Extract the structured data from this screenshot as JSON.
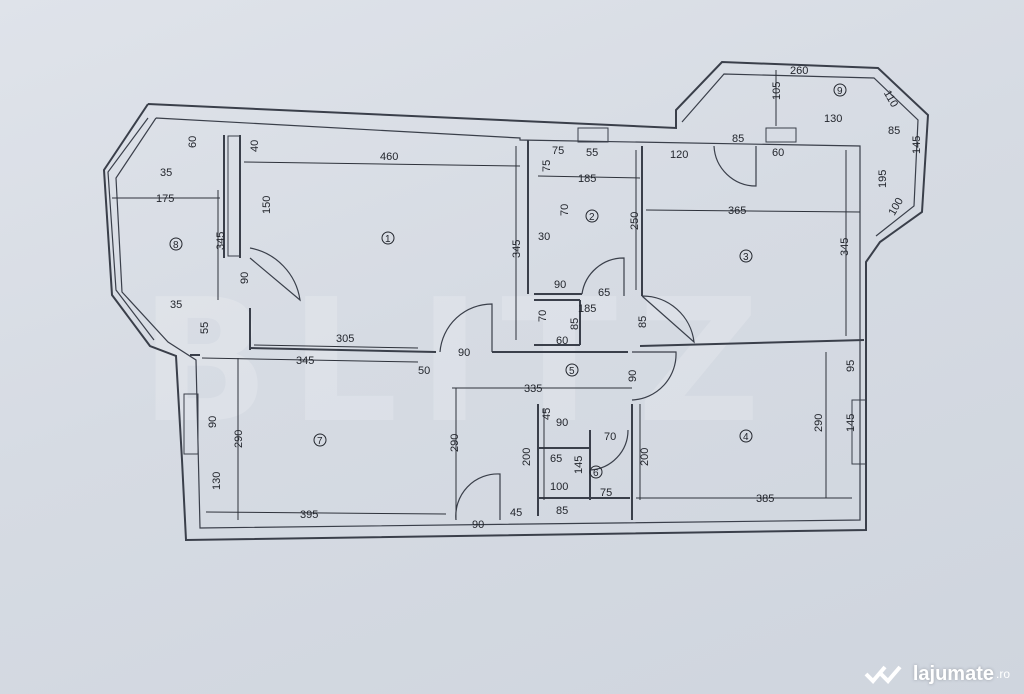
{
  "watermark": "BLITZ",
  "brand": {
    "name": "lajumate",
    "suffix": ".ro"
  },
  "rooms": [
    "1",
    "2",
    "3",
    "4",
    "5",
    "6",
    "7",
    "8",
    "9"
  ],
  "dimensions": [
    "460",
    "40",
    "150",
    "345",
    "35",
    "60",
    "175",
    "345",
    "90",
    "35",
    "55",
    "305",
    "345",
    "50",
    "90",
    "345",
    "75",
    "55",
    "75",
    "185",
    "70",
    "30",
    "250",
    "90",
    "65",
    "185",
    "70",
    "85",
    "60",
    "85",
    "120",
    "85",
    "60",
    "130",
    "365",
    "345",
    "260",
    "105",
    "110",
    "85",
    "145",
    "195",
    "100",
    "335",
    "90",
    "45",
    "90",
    "70",
    "65",
    "145",
    "100",
    "75",
    "85",
    "90",
    "290",
    "90",
    "290",
    "130",
    "395",
    "90",
    "45",
    "200",
    "200",
    "290",
    "385",
    "95",
    "145"
  ]
}
